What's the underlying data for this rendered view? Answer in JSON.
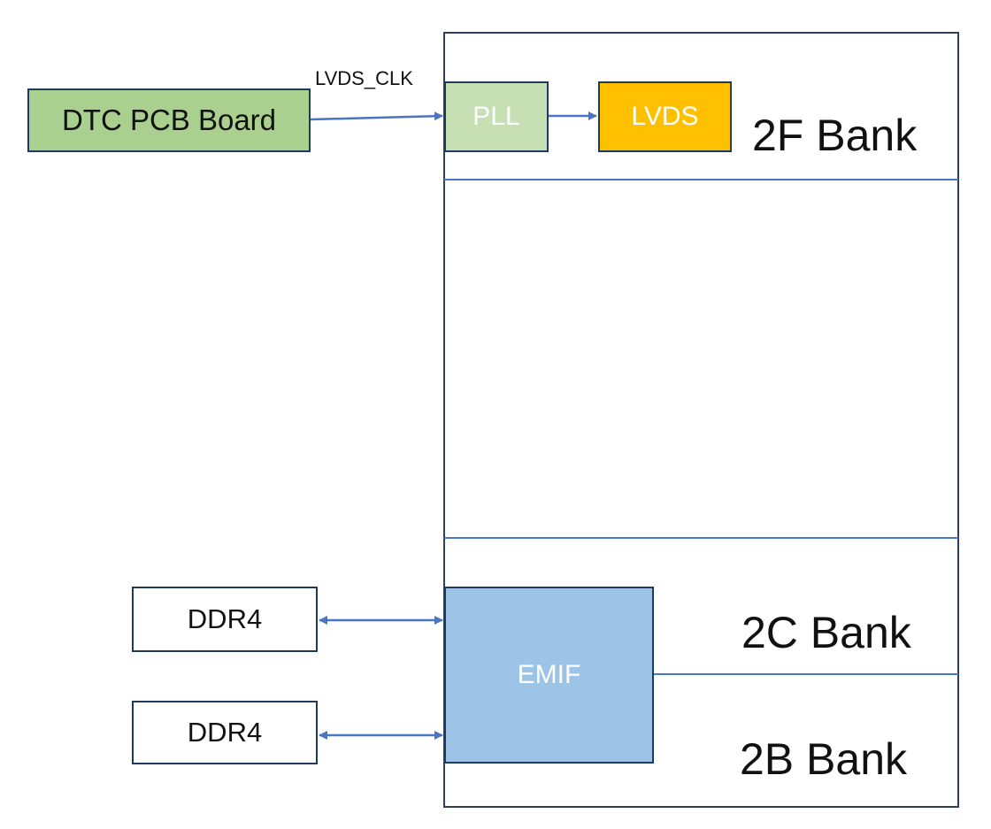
{
  "blocks": {
    "dtc_board": "DTC PCB Board",
    "pll": "PLL",
    "lvds": "LVDS",
    "emif": "EMIF",
    "ddr4_top": "DDR4",
    "ddr4_bottom": "DDR4"
  },
  "banks": {
    "bank_2f": "2F Bank",
    "bank_2c": "2C Bank",
    "bank_2b": "2B Bank"
  },
  "connections": {
    "clock_label": "LVDS_CLK"
  },
  "colors": {
    "dtc_board_fill": "#a9d08e",
    "pll_fill": "#c6e0b4",
    "lvds_fill": "#ffc000",
    "emif_fill": "#9dc3e6",
    "ddr4_fill": "#ffffff",
    "connector": "#4a74c4",
    "outline": "#1f3a5f"
  },
  "icons": {
    "arrow_single": "arrow-right-icon",
    "arrow_double": "arrow-bidirectional-icon"
  }
}
